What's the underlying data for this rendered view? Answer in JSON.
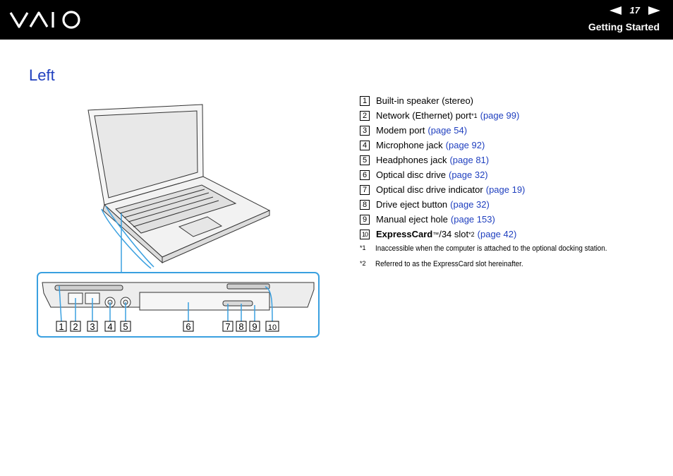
{
  "header": {
    "logo": "VAIO",
    "page_number": "17",
    "section": "Getting Started"
  },
  "page": {
    "title": "Left"
  },
  "figure_labels": [
    "1",
    "2",
    "3",
    "4",
    "5",
    "6",
    "7",
    "8",
    "9",
    "10"
  ],
  "items": [
    {
      "num": "1",
      "label": "Built-in speaker (stereo)",
      "sup": "",
      "link": ""
    },
    {
      "num": "2",
      "label": "Network (Ethernet) port",
      "sup": "*1",
      "link": "(page 99)"
    },
    {
      "num": "3",
      "label": "Modem port",
      "sup": "",
      "link": "(page 54)"
    },
    {
      "num": "4",
      "label": "Microphone jack",
      "sup": "",
      "link": "(page 92)"
    },
    {
      "num": "5",
      "label": "Headphones jack",
      "sup": "",
      "link": "(page 81)"
    },
    {
      "num": "6",
      "label": "Optical disc drive",
      "sup": "",
      "link": "(page 32)"
    },
    {
      "num": "7",
      "label": "Optical disc drive indicator",
      "sup": "",
      "link": "(page 19)"
    },
    {
      "num": "8",
      "label": "Drive eject button",
      "sup": "",
      "link": "(page 32)"
    },
    {
      "num": "9",
      "label": "Manual eject hole",
      "sup": "",
      "link": "(page 153)"
    },
    {
      "num": "10",
      "label_bold": "ExpressCard",
      "tm": "™",
      "label_rest": "/34 slot",
      "sup": "*2",
      "link": "(page 42)"
    }
  ],
  "footnotes": [
    {
      "mark": "*1",
      "text": "Inaccessible when the computer is attached to the optional docking station."
    },
    {
      "mark": "*2",
      "text": "Referred to as the ExpressCard slot hereinafter."
    }
  ],
  "colors": {
    "header_bg": "#000000",
    "title": "#1f3fbf",
    "link": "#1f3fbf",
    "callout": "#3aa0e0"
  }
}
